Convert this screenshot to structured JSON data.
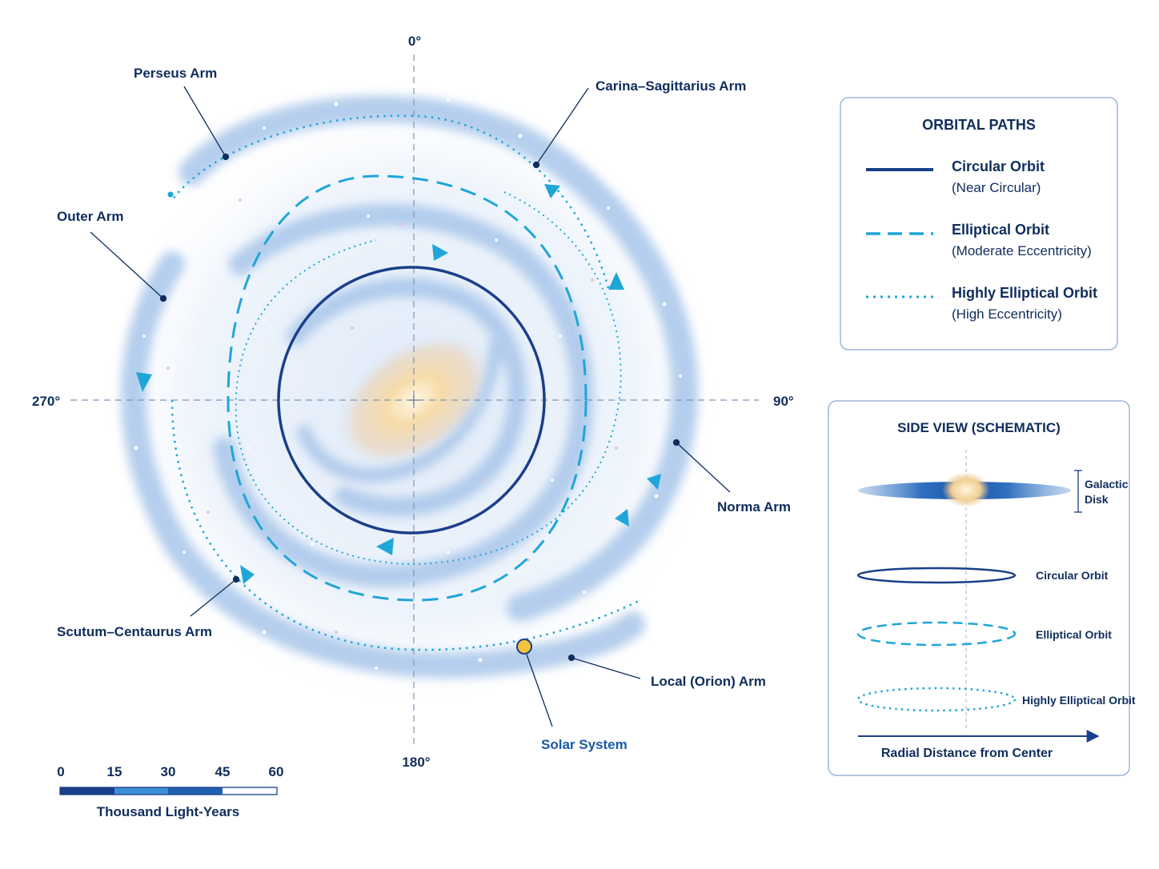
{
  "angles": {
    "top": "0°",
    "right": "90°",
    "bottom": "180°",
    "left": "270°"
  },
  "arms": {
    "perseus": "Perseus Arm",
    "carina": "Carina–Sagittarius Arm",
    "outer": "Outer Arm",
    "norma": "Norma Arm",
    "scutum": "Scutum–Centaurus Arm",
    "local": "Local (Orion) Arm"
  },
  "solar_system": "Solar System",
  "scale": {
    "ticks": [
      "0",
      "15",
      "30",
      "45",
      "60"
    ],
    "unit": "Thousand Light-Years"
  },
  "legend": {
    "title": "ORBITAL PATHS",
    "items": [
      {
        "name": "Circular Orbit",
        "sub": "(Near Circular)"
      },
      {
        "name": "Elliptical Orbit",
        "sub": "(Moderate Eccentricity)"
      },
      {
        "name": "Highly Elliptical Orbit",
        "sub": "(High Eccentricity)"
      }
    ]
  },
  "side_view": {
    "title": "SIDE VIEW (SCHEMATIC)",
    "disk_label_1": "Galactic",
    "disk_label_2": "Disk",
    "circular": "Circular Orbit",
    "elliptical": "Elliptical Orbit",
    "highly": "Highly Elliptical Orbit",
    "axis": "Radial Distance from Center"
  },
  "colors": {
    "navy": "#1a3f8a",
    "cyan": "#1fa6d8",
    "arm_blue": "#a9c6ea",
    "core": "#f3d7a6",
    "text": "#0f2d5c"
  }
}
